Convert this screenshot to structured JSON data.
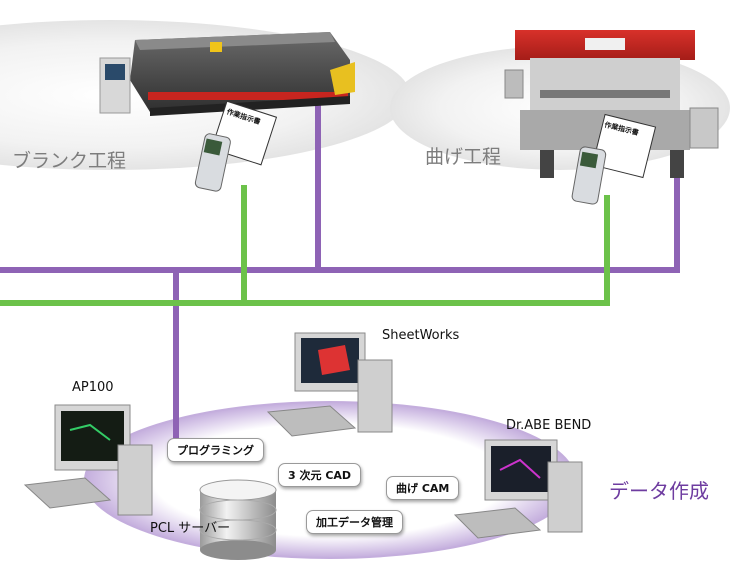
{
  "zones": {
    "blank": "ブランク工程",
    "bend": "曲げ工程"
  },
  "computers": {
    "sheetworks": "SheetWorks",
    "ap100": "AP100",
    "drabe": "Dr.ABE BEND"
  },
  "functions": [
    "プログラミング",
    "3 次元 CAD",
    "曲げ CAM",
    "加工データ管理"
  ],
  "server": "PCL サーバー",
  "data_creation": "データ作成",
  "sheet_label": "作業指示書",
  "colors": {
    "purple": "#8e63b5",
    "green": "#6cc24a",
    "ring": "#c9b6e0"
  }
}
